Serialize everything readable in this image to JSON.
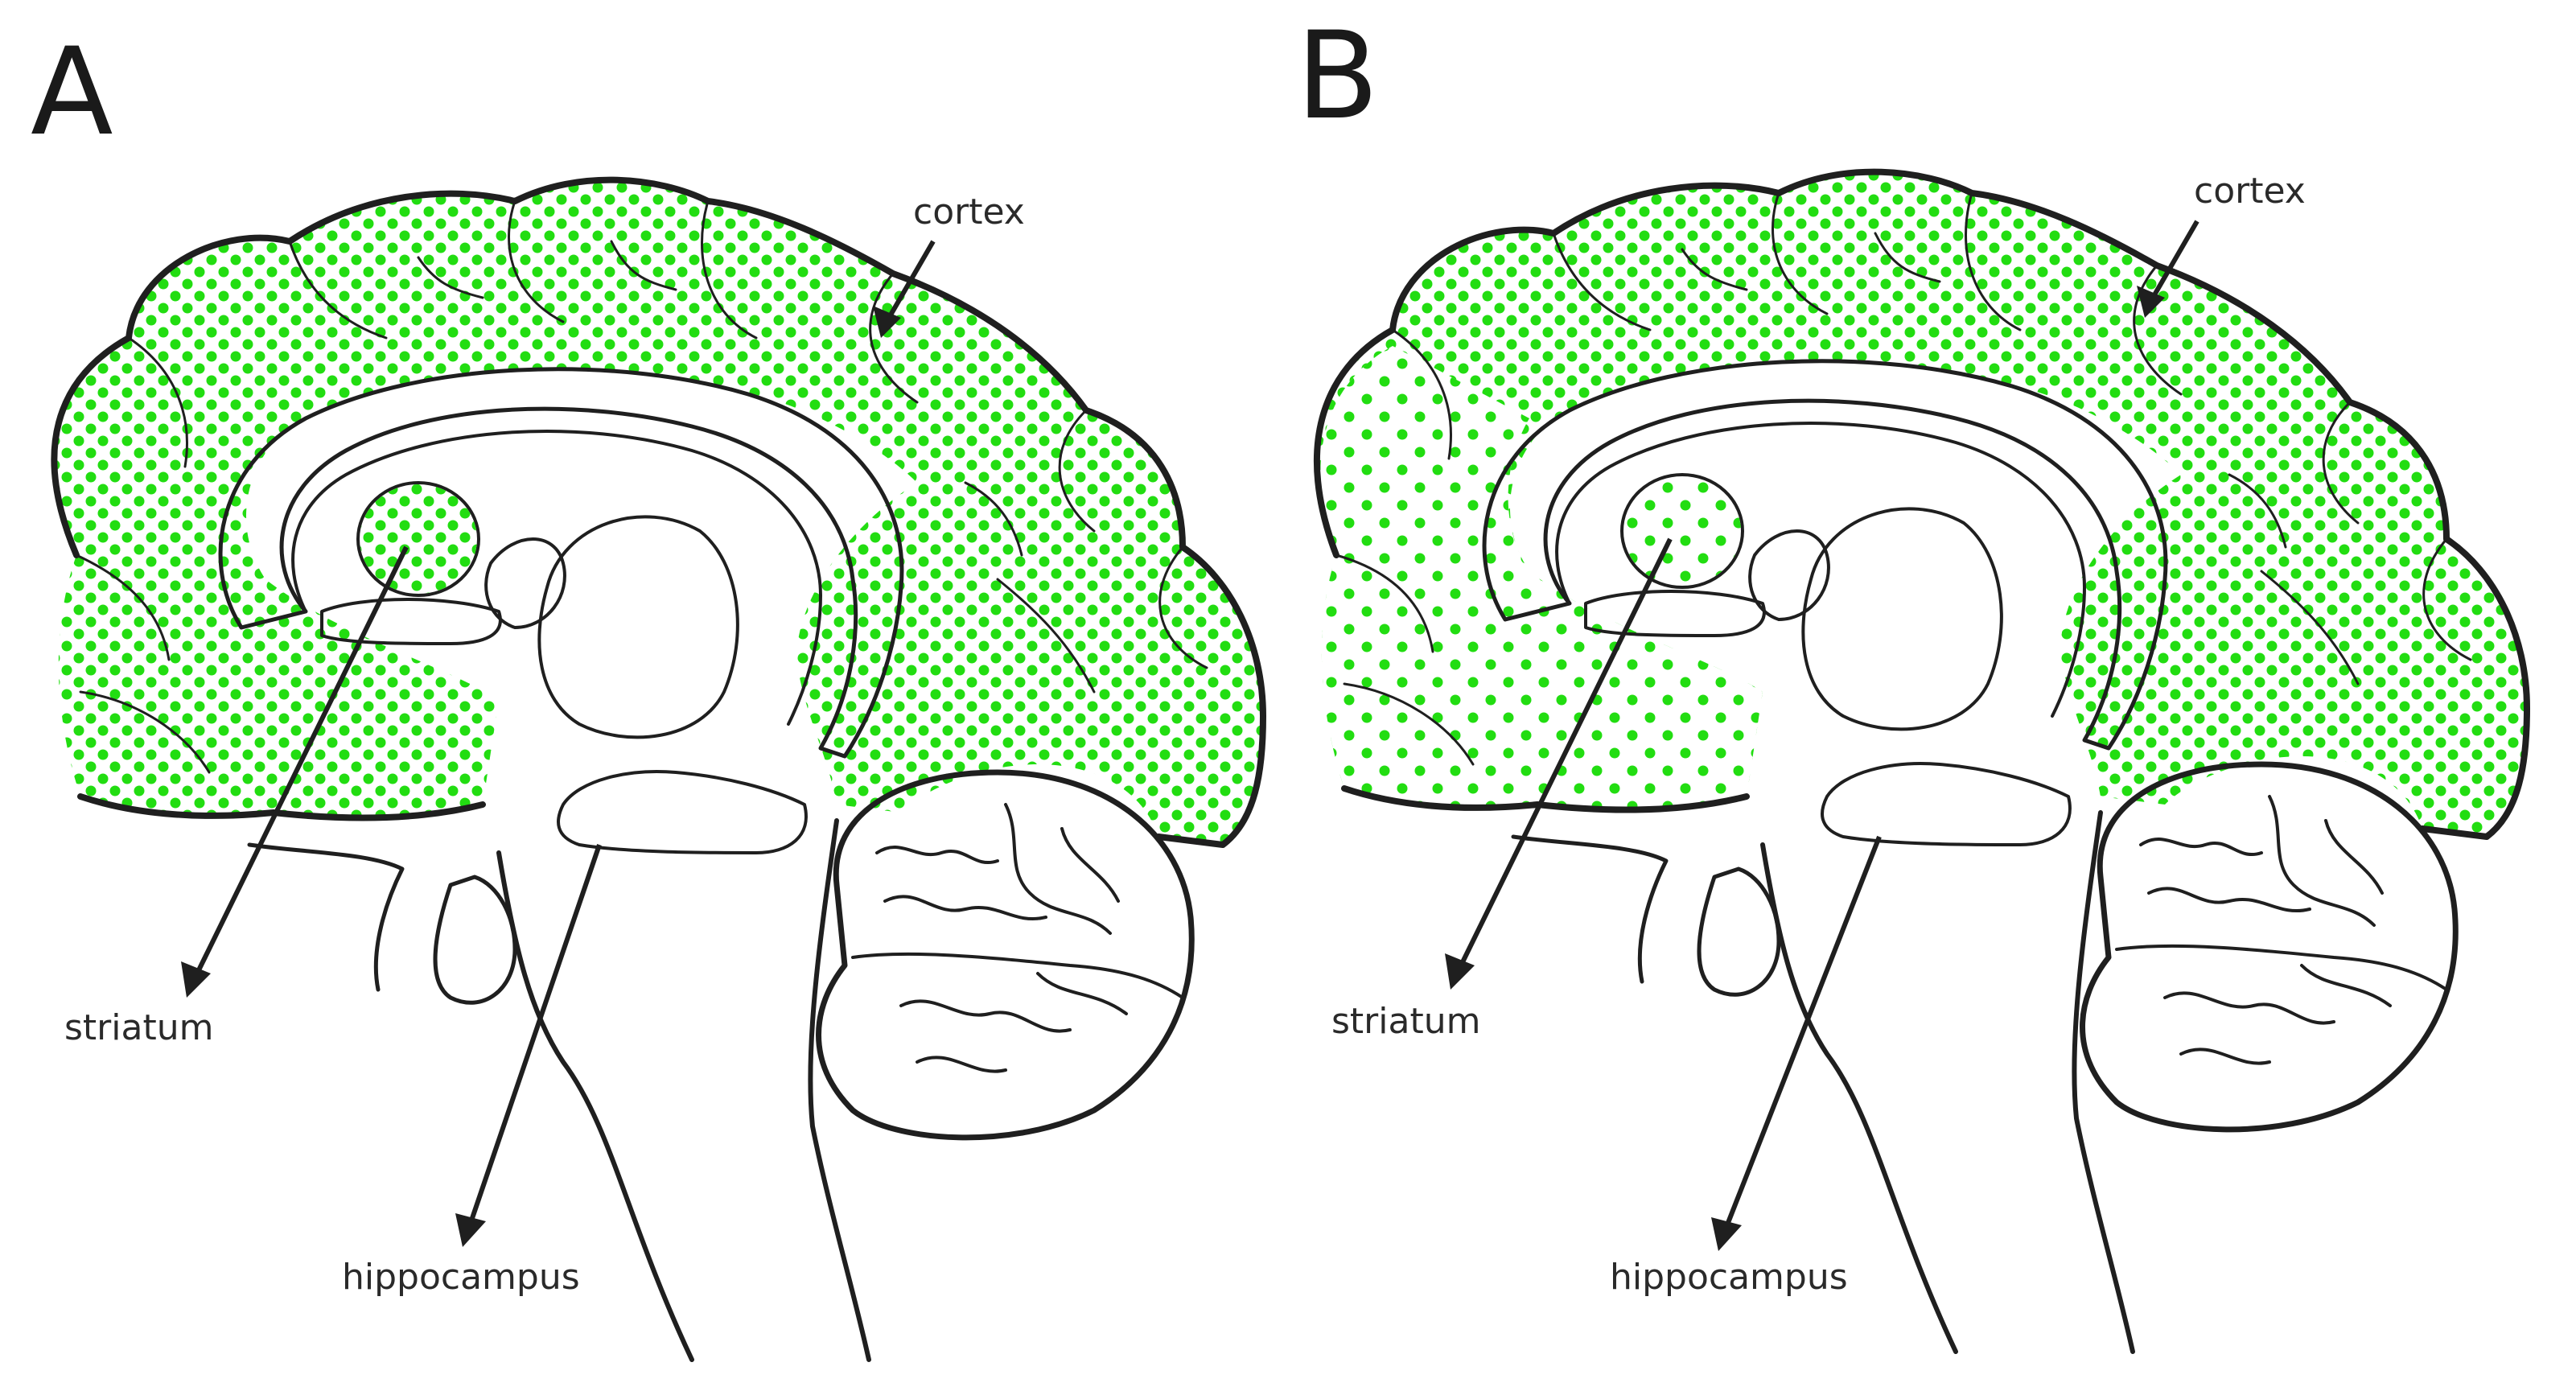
{
  "figure": {
    "dot_color": "#22dd11",
    "outline_color": "#1f1f1f",
    "panels": [
      {
        "letter": "A",
        "labels": {
          "cortex": "cortex",
          "striatum": "striatum",
          "hippocampus": "hippocampus"
        },
        "dot_density": "dense"
      },
      {
        "letter": "B",
        "labels": {
          "cortex": "cortex",
          "striatum": "striatum",
          "hippocampus": "hippocampus"
        },
        "dot_density": "sparse-front"
      }
    ]
  }
}
